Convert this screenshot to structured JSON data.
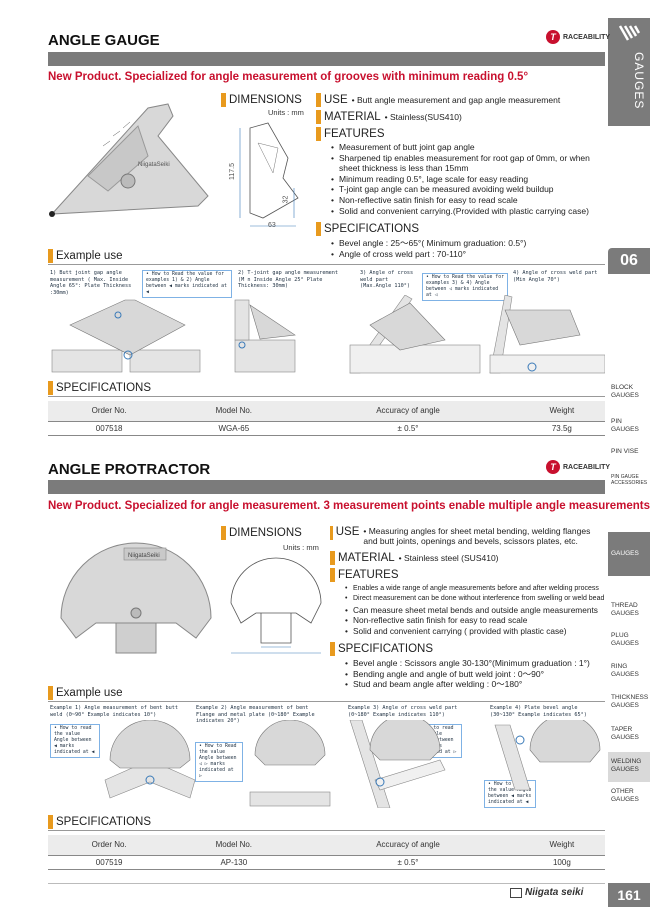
{
  "brand": {
    "traceability": "RACEABILITY",
    "trace_letter": "T",
    "logo_text": "Niigata seiki",
    "page_number": "161"
  },
  "side_tab": {
    "label": "GAUGES",
    "chapter": "06"
  },
  "side_nav": [
    {
      "label": "BLOCK GAUGES"
    },
    {
      "label": "PIN GAUGES"
    },
    {
      "label": "PIN VISE"
    },
    {
      "label": "PIN GAUGE ACCESSORIES"
    },
    {
      "label": "GAUGES"
    },
    {
      "label": "THREAD GAUGES"
    },
    {
      "label": "PLUG GAUGES"
    },
    {
      "label": "RING GAUGES"
    },
    {
      "label": "THICKNESS GAUGES"
    },
    {
      "label": "TAPER GAUGES"
    },
    {
      "label": "WELDING GAUGES"
    },
    {
      "label": "OTHER GAUGES"
    }
  ],
  "section1": {
    "title": "ANGLE GAUGE",
    "subtitle": "New Product.  Specialized for angle measurement of grooves with minimum reading 0.5°",
    "dimensions_label": "DIMENSIONS",
    "units": "Units : mm",
    "dims": {
      "height": "117.5",
      "width": "63",
      "small": "32"
    },
    "use_label": "USE",
    "use_text": "• Butt angle measurement and gap angle measurement",
    "material_label": "MATERIAL",
    "material_text": "• Stainless(SUS410)",
    "features_label": "FEATURES",
    "features": [
      "Measurement of butt joint gap angle",
      "Sharpened tip enables measurement for root gap of 0mm, or when sheet thickness is less than 15mm",
      "Minimum reading 0.5°, lage scale for easy reading",
      "T-joint gap angle can be measured avoiding weld buildup",
      "Non-reflective satin finish for easy to read scale",
      "Solid and convenient carrying.(Provided with plastic carrying case)"
    ],
    "spec_label": "SPECIFICATIONS",
    "specs": [
      "Bevel angle : 25～65°( Minimum graduation: 0.5°)",
      "Angle of cross weld part : 70-110°"
    ],
    "example_label": "Example use",
    "examples": [
      {
        "caption": "1) Butt joint gap angle measurement ( Max. Inside Angle 65°: Plate Thickness :30mm)"
      },
      {
        "caption": "2) T-joint gap angle measurement (M n Inside Angle 25° Plate Thickness: 30mm)"
      },
      {
        "caption": "3)  Angle of cross weld part (Max.Angle 110°)"
      },
      {
        "caption": "4) Angle of cross weld part (Min Angle 70°)"
      }
    ],
    "notes": [
      "• How to Read the value for examples 1) & 2) Angle between ◀ marks indicated at ◀",
      "• How to Read the value for examples 3) & 4) Angle between ◁ marks indicated at ◁"
    ],
    "table_label": "SPECIFICATIONS",
    "table": {
      "headers": [
        "Order No.",
        "Model No.",
        "Accuracy of angle",
        "Weight"
      ],
      "row": [
        "007518",
        "WGA-65",
        "± 0.5°",
        "73.5g"
      ]
    }
  },
  "section2": {
    "title": "ANGLE PROTRACTOR",
    "subtitle": "New Product. Specialized for angle measurement.  3 measurement points enable multiple angle measurements",
    "dimensions_label": "DIMENSIONS",
    "units": "Units : mm",
    "use_label": "USE",
    "use_text": "• Measuring angles for sheet metal bending, welding flanges and butt joints, openings and bevels, scissors plates, etc.",
    "material_label": "MATERIAL",
    "material_text": "• Stainless steel (SUS410)",
    "features_label": "FEATURES",
    "features": [
      "Enables a wide range of angle measurements before and  after welding process",
      "Direct measurement can be done without interference from swelling or weld bead",
      "Can measure sheet metal bends and outside angle measurements",
      "Non-reflective satin finish for easy to read scale",
      "Solid and convenient carrying ( provided with plastic case)"
    ],
    "spec_label": "SPECIFICATIONS",
    "specs": [
      "Bevel angle : Scissors angle 30-130°(Minimum graduation : 1°)",
      "Bending angle and angle of butt weld joint : 0～90°",
      "Stud and beam angle after welding : 0～180°"
    ],
    "example_label": "Example use",
    "examples": [
      {
        "caption": "Example 1) Angle measurement of bent butt weld (0~90° Example indicates 10°)"
      },
      {
        "caption": "Example 2) Angle measurement of bent Flange and metal plate (0~180° Example indicates 20°)"
      },
      {
        "caption": "Example 3)  Angle of cross weld part (0~180° Example indicates 110°)"
      },
      {
        "caption": "Example 4) Plate bevel angle (30~130° Example indicates 65°)"
      }
    ],
    "notes": [
      "• How to read the value Angle between ◀ marks indicated at ◀",
      "• How to Read the value Angle between ◁ ▷ marks indicated at ▷",
      "• How to read the angle Angle between ◁ ▷ marks indicated at ▷",
      "• How to read the value Angle between ◀ marks indicated at ◀"
    ],
    "table_label": "SPECIFICATIONS",
    "table": {
      "headers": [
        "Order No.",
        "Model No.",
        "Accuracy of angle",
        "Weight"
      ],
      "row": [
        "007519",
        "AP-130",
        "± 0.5°",
        "100g"
      ]
    }
  },
  "colors": {
    "accent_orange": "#e89a1e",
    "subtitle_red": "#c8102e",
    "bar_gray": "#7b7b7b",
    "note_blue": "#7fb2e5"
  }
}
